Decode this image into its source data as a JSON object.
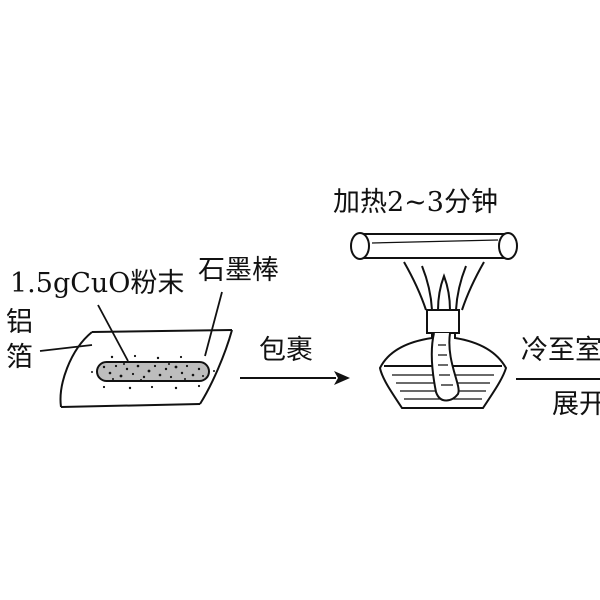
{
  "labels": {
    "heat": "加热2~3分钟",
    "powder": "1.5gCuO粉末",
    "graphite": "石墨棒",
    "foil_1": "铝",
    "foil_2": "箔",
    "wrap": "包裹",
    "cool": "冷至室",
    "unfold": "展开"
  }
}
